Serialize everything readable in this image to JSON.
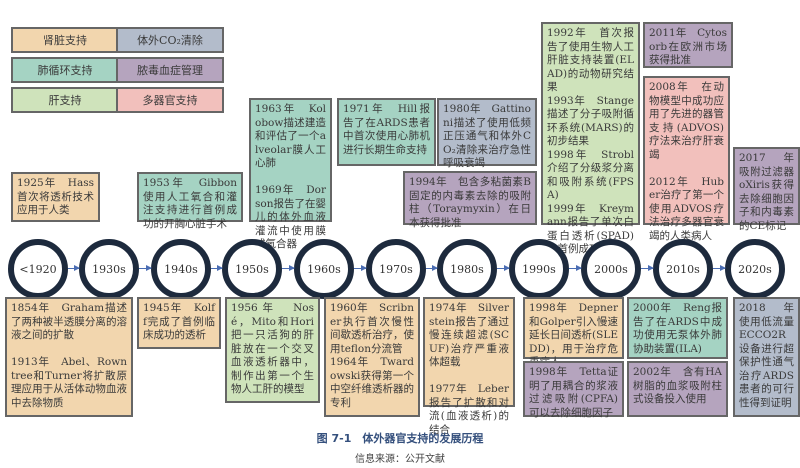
{
  "legend": [
    {
      "label": "肾脏支持",
      "key": "kidney",
      "color": "#f2d6ae"
    },
    {
      "label": "体外CO₂清除",
      "key": "co2",
      "color": "#b3bccb"
    },
    {
      "label": "肺循环支持",
      "key": "lung",
      "color": "#a5d3c3"
    },
    {
      "label": "脓毒血症管理",
      "key": "sepsis",
      "color": "#b5a4be"
    },
    {
      "label": "肝支持",
      "key": "liver",
      "color": "#cfe3bb"
    },
    {
      "label": "多器官支持",
      "key": "multi",
      "color": "#f2c0bc"
    }
  ],
  "timeline": [
    "<1920",
    "1930s",
    "1940s",
    "1950s",
    "1960s",
    "1970s",
    "1980s",
    "1990s",
    "2000s",
    "2010s",
    "2020s"
  ],
  "events_top": [
    {
      "category": "kidney",
      "text": "1925年　Hass首次将透析技术应用于人类"
    },
    {
      "category": "lung",
      "text": "1953年　Gibbon使用人工氧合和灌注支持进行首例成功的开胸心脏手术"
    },
    {
      "category": "lung",
      "text": "1963年　Kolobow描述建造和评估了一个alveolar膜人工心肺\n\n1969年　Dorson报告了在婴儿的体外血液灌流中使用膜式氧合器"
    },
    {
      "category": "lung",
      "text": "1971年　Hill报告了在ARDS患者中首次使用心肺机进行长期生命支持"
    },
    {
      "category": "co2",
      "text": "1980年　Gattinoni描述了使用低频正压通气和体外CO₂清除来治疗急性呼吸衰竭"
    },
    {
      "category": "sepsis",
      "text": "1994年　包含多粘菌素B固定的内毒素去除的吸附柱（Toraymyxin）在日本获得批准"
    },
    {
      "category": "liver",
      "text": "1992年　首次报告了使用生物人工肝脏支持装置(ELAD)的动物研究结果\n1993年　Stange描述了分子吸附循环系统(MARS)的初步结果\n1998年　Strobl介绍了分级浆分离和吸附系统(FPSA)\n1999年　Kreymann报告了单次白蛋白透析(SPAD)的首例成功病例"
    },
    {
      "category": "sepsis",
      "text": "2011年　Cytosorb在欧洲市场获得批准"
    },
    {
      "category": "multi",
      "text": "2008年　在动物模型中成功应用了先进的器管支持(ADVOS)疗法来治疗肝衰竭\n\n2012年　Huber治疗了第一个使用ADVOS疗法治疗多器官衰竭的人类病人"
    },
    {
      "category": "sepsis",
      "text": "2017年　吸附过滤器oXiris获得去除细胞因子和内毒素的CE标记"
    }
  ],
  "events_bottom": [
    {
      "category": "kidney",
      "text": "1854年　Graham描述了两种被半透膜分离的溶液之间的扩散\n\n1913年　Abel、Rowntree和Turner将扩散原理应用于从活体动物血液中去除物质"
    },
    {
      "category": "kidney",
      "text": "1945年　Kolff完成了首例临床成功的透析"
    },
    {
      "category": "liver",
      "text": "1956年　Nosé，Mito和Hori把一只活狗的肝脏放在一个交叉血液透析器中，制作出第一个生物人工肝的模型"
    },
    {
      "category": "kidney",
      "text": "1960年　Scribner执行首次慢性间歇透析治疗，使用teflon分流管\n1964年　Twardowski获得第一个中空纤维透析器的专利"
    },
    {
      "category": "kidney",
      "text": "1974年　Silverstein报告了通过慢连续超滤(SCUF)治疗严重液体超载\n\n1977年　Leber报告了扩散和对流(血液透析)的结合"
    },
    {
      "category": "kidney",
      "text": "1998年　Depner和Golper引入慢速延长日间透析(SLEDD)，用于治疗危重病人"
    },
    {
      "category": "sepsis",
      "text": "1998年　Tetta证明了用耦合的浆液过滤吸附(CPFA)可以去除细胞因子"
    },
    {
      "category": "lung",
      "text": "2000年　Reng报告了在ARDS中成功使用无泵体外肺协助装置(ILA)"
    },
    {
      "category": "sepsis",
      "text": "2002年　含有HA树脂的血浆吸附柱式设备投入使用"
    },
    {
      "category": "co2",
      "text": "2018年　使用低流量ECCO2R设备进行超保护性通气治疗ARDS患者的可行性得到证明"
    }
  ],
  "caption": {
    "title": "图 7-1　体外器官支持的发展历程",
    "source": "信息来源：公开文献"
  }
}
